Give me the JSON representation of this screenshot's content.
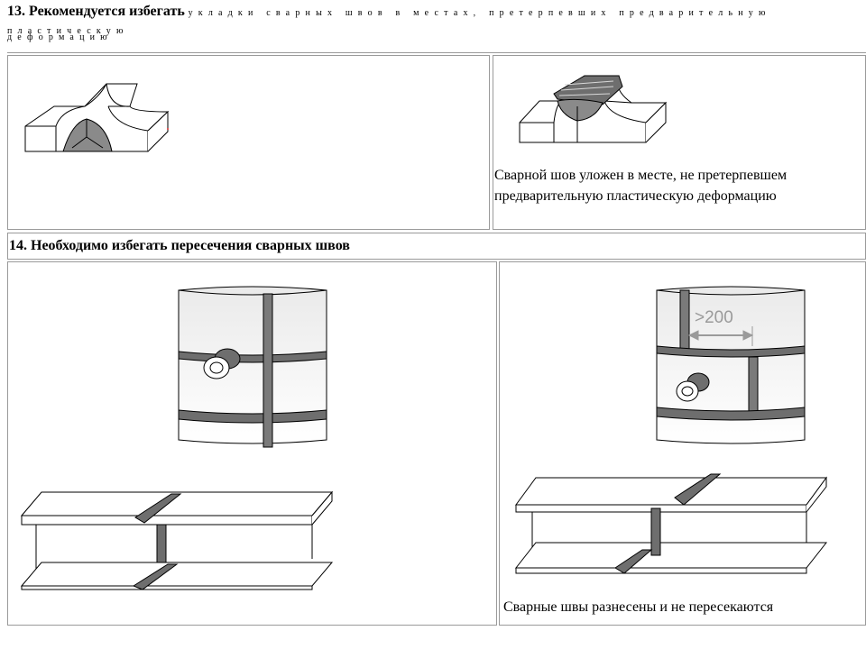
{
  "section13": {
    "title_bold": "13. Рекомендуется избегать",
    "title_rest": "укладки сварных швов в местах, претерпевших предварительную пластическую",
    "title_rest_line2": "деформацию",
    "caption": "Сварной шов уложен в месте, не претерпевшем предварительную пластическую деформацию"
  },
  "section14": {
    "title": "14. Необходимо избегать пересечения сварных швов",
    "dimension_label": ">200",
    "caption": "Сварные швы разнесены и не пересекаются"
  },
  "colors": {
    "weld": "#7a7a7a",
    "weld_dark": "#555555",
    "outline": "#000000",
    "border": "#9a9a9a"
  }
}
